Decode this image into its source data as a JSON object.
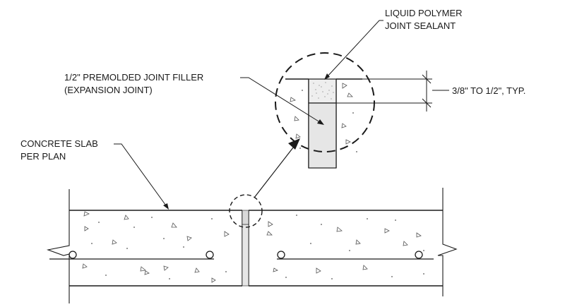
{
  "labels": {
    "sealant": [
      "LIQUID POLYMER",
      "JOINT SEALANT"
    ],
    "filler": [
      "1/2\" PREMOLDED JOINT FILLER",
      "(EXPANSION JOINT)"
    ],
    "depth": "3/8\" TO 1/2\", TYP.",
    "slab": [
      "CONCRETE SLAB",
      "PER PLAN"
    ]
  },
  "colors": {
    "line": "#1a1a1a",
    "filler_fill": "#e6e6e6",
    "sealant_fill": "#d9d9d9"
  }
}
